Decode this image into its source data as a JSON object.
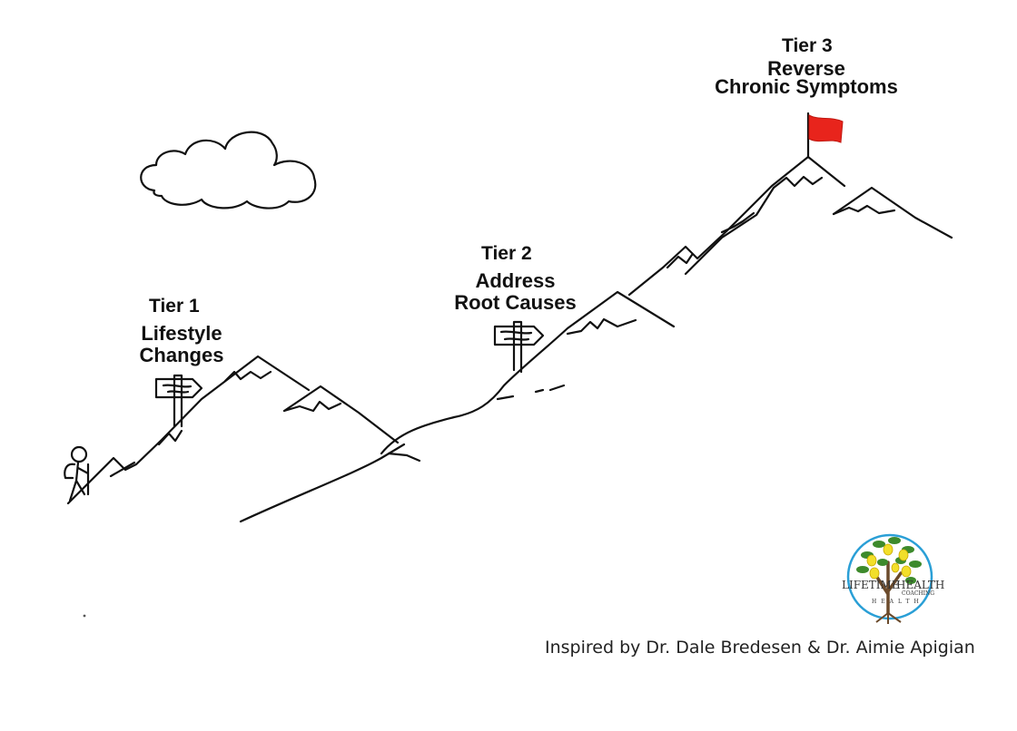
{
  "tiers": [
    {
      "tier": "Tier 1",
      "line1": "Lifestyle",
      "line2": "Changes"
    },
    {
      "tier": "Tier 2",
      "line1": "Address",
      "line2": "Root Causes"
    },
    {
      "tier": "Tier 3",
      "line1": "Reverse",
      "line2": "Chronic Symptoms"
    }
  ],
  "credit": "Inspired by Dr. Dale Bredesen & Dr. Aimie Apigian",
  "logo": {
    "word1": "LIFETIME",
    "word2": "HEALTH",
    "sub": "COACHING",
    "ring": "HEALTH"
  },
  "colors": {
    "flag": "#e8241c",
    "line": "#111111",
    "logo_ring": "#2a9fd6",
    "lemon": "#f2df2a",
    "leaf": "#3d8a2c",
    "trunk": "#6b4a2b"
  },
  "icons": [
    "hiker-icon",
    "signpost-icon",
    "flag-icon",
    "cloud-icon",
    "lemon-tree-logo-icon"
  ]
}
